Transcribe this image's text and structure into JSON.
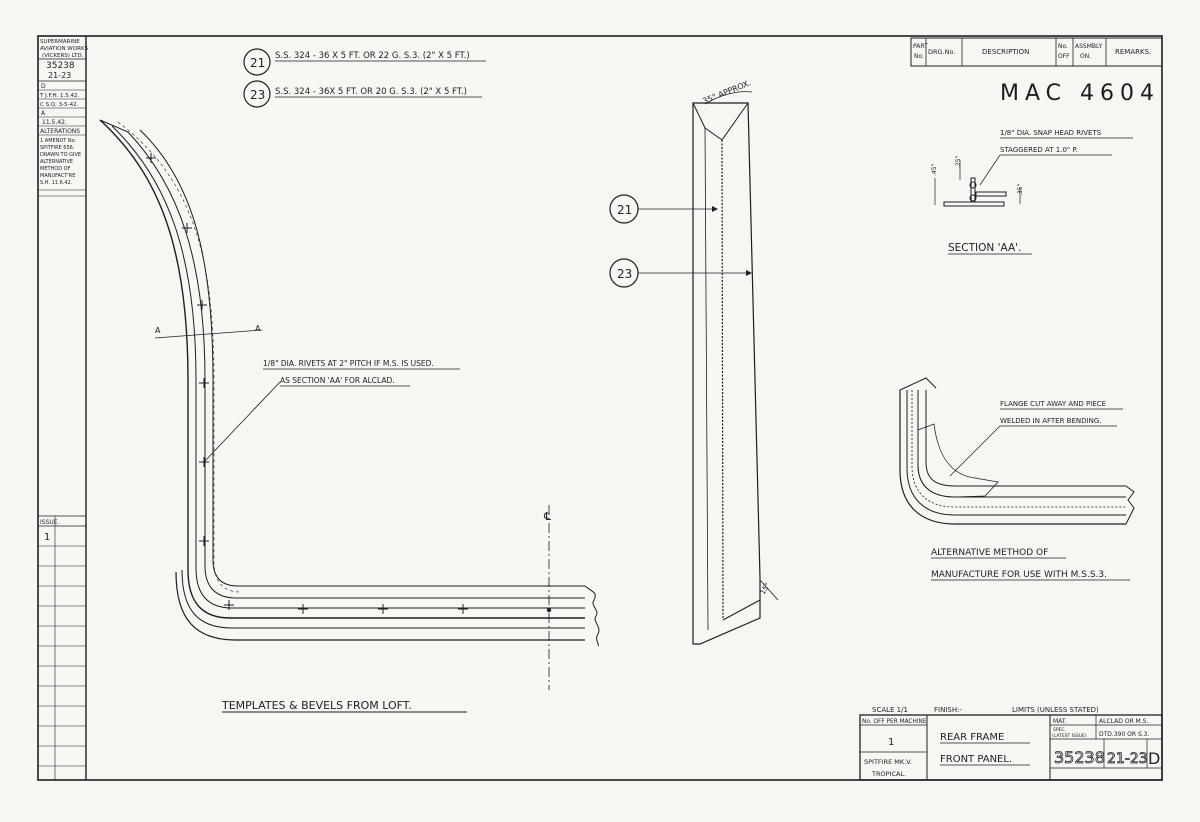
{
  "side_panel": {
    "firm": [
      "SUPERMARINE",
      "AVIATION WORKS",
      "(VICKERS) LTD."
    ],
    "drawing_no": "35238",
    "sheet": "21-23",
    "rows": [
      "D",
      "T J.F.H. 1.5.42.",
      "C S.Q. 3-5-42.",
      "A",
      "11.5.42."
    ],
    "alterations_title": "ALTERATIONS",
    "alterations_note": [
      "1 AMENDT No.",
      "SPITFIRE 656.",
      "DRAWN TO GIVE",
      "ALTERNATIVE",
      "METHOD OF",
      "MANUFACT'RE",
      "S.H. 11.6.42."
    ],
    "issue_label": "ISSUE.",
    "issue_value": "1"
  },
  "parts_header": {
    "part_no": [
      "PART",
      "No."
    ],
    "drg_no": "DRG.No.",
    "description": "DESCRIPTION",
    "no_off": [
      "No.",
      "OFF"
    ],
    "assmbly_on": [
      "ASSMBLY",
      "ON."
    ],
    "remarks": "REMARKS."
  },
  "handwritten_ref": "MAC 4604",
  "materials": [
    {
      "ref": "21",
      "spec": "S.S. 324 - 36 X 5 FT. OR 22 G. S.3. (2\" X 5 FT.)"
    },
    {
      "ref": "23",
      "spec": "S.S. 324 - 36X 5 FT. OR 20 G. S.3. (2\" X 5 FT.)"
    }
  ],
  "section_aa": {
    "note": [
      "1/8\" DIA. SNAP HEAD RIVETS",
      "STAGGERED AT 1.0\" P."
    ],
    "dims": [
      ".45\"",
      ".25\"",
      ".35\""
    ],
    "title": "SECTION 'AA'."
  },
  "rivet_note": [
    "1/8\" DIA. RIVETS AT 2\" PITCH IF M.S. IS USED.",
    "AS SECTION 'AA' FOR ALCLAD."
  ],
  "section_marks": [
    "A",
    "A"
  ],
  "bevel_angle": "35° APPROX.",
  "bevel_end": "15°",
  "centreline_mark": "℄",
  "callouts": [
    "21",
    "23"
  ],
  "flange_note": [
    "FLANGE CUT AWAY AND PIECE",
    "WELDED IN AFTER BENDING."
  ],
  "alternative_title": [
    "ALTERNATIVE METHOD OF",
    "MANUFACTURE FOR USE WITH M.S.S.3."
  ],
  "main_title": "TEMPLATES & BEVELS FROM LOFT.",
  "title_block": {
    "scale": "SCALE 1/1",
    "finish": "FINISH:-",
    "limits": "LIMITS (UNLESS STATED)",
    "no_off_label": "No. OFF PER MACHINE",
    "no_off_value": "1",
    "machine": [
      "SPITFIRE MK.V.",
      "TROPICAL."
    ],
    "name": [
      "REAR FRAME",
      "FRONT PANEL."
    ],
    "mat_label": "MAT.",
    "mat_value": "ALCLAD OR M.S.",
    "spec_label": [
      "SPEC.",
      "(LATEST ISSUE)"
    ],
    "spec_value": "DTD.390 OR S.3.",
    "drawing_no": "35238",
    "sheet": "21-23",
    "issue": "D"
  }
}
